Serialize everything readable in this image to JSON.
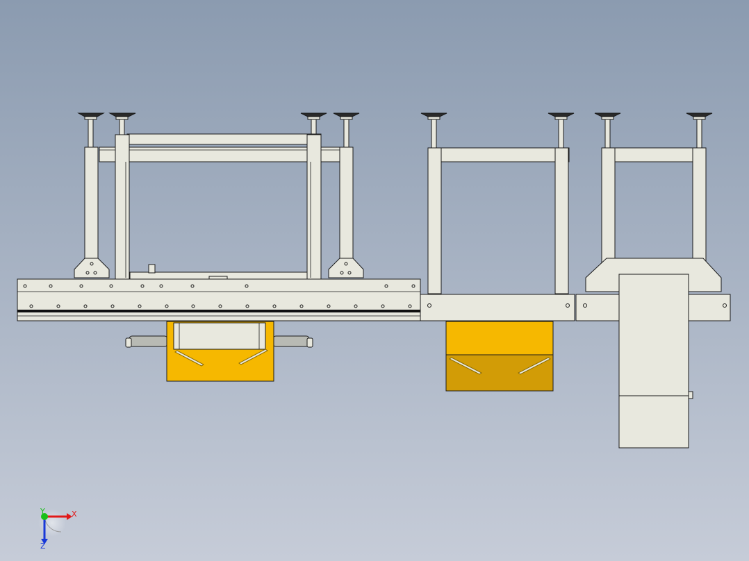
{
  "view": {
    "background_top": "#8b9bb0",
    "background_bottom": "#c6ccd8"
  },
  "colors": {
    "frame_fill": "#e8e8de",
    "frame_stroke": "#1a1a1a",
    "rail_dark": "#111111",
    "bin_yellow": "#f6b800",
    "bin_yellow_dark": "#d29c06",
    "bin_slot": "#8a6a00",
    "foot_pad": "#2a2a2a",
    "roller_grey": "#b8bab4",
    "axis_x": "#e11818",
    "axis_y": "#18c018",
    "axis_z": "#1838d8"
  },
  "triad": {
    "x_label": "X",
    "y_label": "Y",
    "z_label": "Z"
  }
}
